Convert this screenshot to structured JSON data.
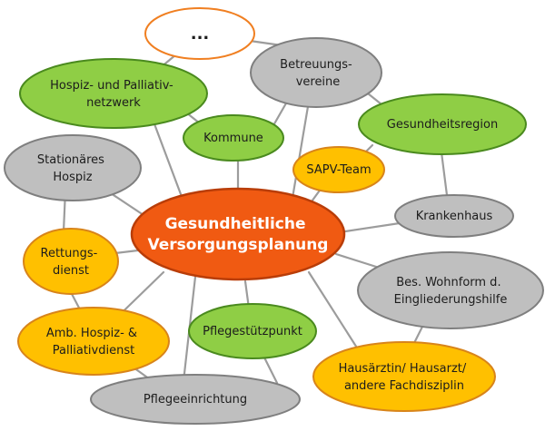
{
  "nodes": {
    "more": {
      "lines": [
        "..."
      ]
    },
    "hospiz_netzwerk": {
      "lines": [
        "Hospiz- und Palliativ-",
        "netzwerk"
      ]
    },
    "betreuungsvereine": {
      "lines": [
        "Betreuungs-",
        "vereine"
      ]
    },
    "kommune": {
      "lines": [
        "Kommune"
      ]
    },
    "gesundheitsregion": {
      "lines": [
        "Gesundheitsregion"
      ]
    },
    "stationaeres_hospiz": {
      "lines": [
        "Stationäres",
        "Hospiz"
      ]
    },
    "sapv_team": {
      "lines": [
        "SAPV-Team"
      ]
    },
    "krankenhaus": {
      "lines": [
        "Krankenhaus"
      ]
    },
    "center": {
      "lines": [
        "Gesundheitliche",
        "Versorgungsplanung"
      ]
    },
    "rettungsdienst": {
      "lines": [
        "Rettungs-",
        "dienst"
      ]
    },
    "wohnform": {
      "lines": [
        "Bes. Wohnform d.",
        "Eingliederungshilfe"
      ]
    },
    "amb_hospiz": {
      "lines": [
        "Amb. Hospiz- &",
        "Palliativdienst"
      ]
    },
    "pflegestuetzpunkt": {
      "lines": [
        "Pflegestützpunkt"
      ]
    },
    "hausaerztin": {
      "lines": [
        "Hausärztin/ Hausarzt/",
        "andere Fachdisziplin"
      ]
    },
    "pflegeeinrichtung": {
      "lines": [
        "Pflegeeinrichtung"
      ]
    }
  },
  "colors": {
    "center_fill": "#f05a12",
    "green_fill": "#8fce45",
    "gray_fill": "#bfbfbf",
    "orange_fill": "#ffc000",
    "edge": "#9c9c9c"
  }
}
